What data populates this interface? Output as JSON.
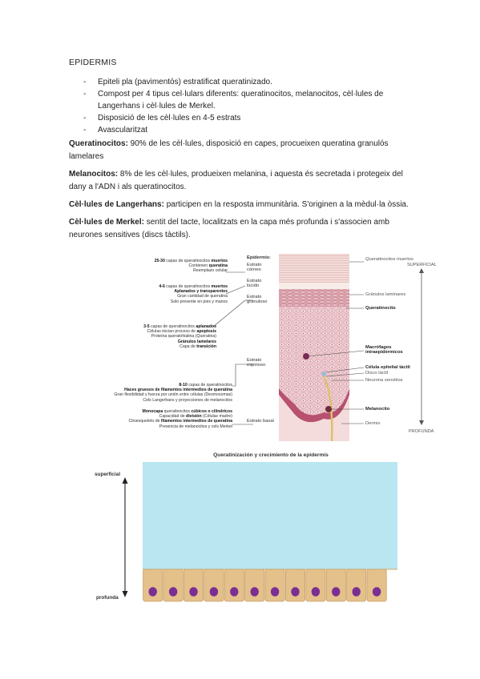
{
  "heading": "EPIDERMIS",
  "bullets": [
    "Epiteli pla (pavimentós) estratificat queratinizado.",
    "Compost per 4 tipus cel·lulars diferents: queratinocitos, melanocitos, cèl·lules de Langerhans i cèl·lules de Merkel.",
    "Disposició de les cèl·lules en 4-5 estrats",
    "Avascularitzat"
  ],
  "paragraphs": [
    {
      "term": "Queratinocitos:",
      "text": " 90% de les cèl·lules, disposició en capes, procueixen queratina granulós lamelares"
    },
    {
      "term": "Melanocitos:",
      "text": " 8% de les cèl·lules, produeixen melanina, i aquesta és secretada i protegeix del dany a l'ADN i als queratinocitos."
    },
    {
      "term": "Cèl·lules de Langerhans:",
      "text": " participen en la resposta immunitària. S'originen a la mèdul·la òssia."
    },
    {
      "term": "Cèl·lules de Merkel:",
      "text": " sentit del tacte, localitzats en la capa més profunda i s'associen amb neurones sensitives (discs tàctils)."
    }
  ],
  "figure1": {
    "left_notes": [
      {
        "l1_b": "25-30",
        "l1": " capas de queratinocitos ",
        "l1_b2": "muertos",
        "l2": "Contienen ",
        "l2_b": "queratina",
        "l3": "Reemplazo celular"
      },
      {
        "l1_b": "4-6",
        "l1": " capas de queratinocitos ",
        "l1_b2": "muertos",
        "l2_b": "Aplanados y transparentes",
        "l3": "Gran cantidad de queratina",
        "l4": "Solo presente en pies y manos"
      },
      {
        "l1_b": "3-5",
        "l1": " capas de queratinocitos ",
        "l1_b2": "aplanados",
        "l2": "Células inician proceso de ",
        "l2_b": "apoptosis",
        "l3": "Proteína queratohialina (Queratina)",
        "l4_b": "Gránulos lamelares",
        "l5": "Capa de ",
        "l5_b": "transición"
      },
      {
        "l1_b": "8-10",
        "l1": " capas de queratinocitos",
        "l2_b": "Haces gruesos de filamentos intermedios de queratina",
        "l3": "Gran flexibilidad y fuerza por unión entre células (Desmosomas)",
        "l4": "Cels Langerhans y proyecciones de melanocitos"
      },
      {
        "l1_b": "Monocapa",
        "l1": " queratinocitos ",
        "l1_b2": "cúbicos o cilíndricos",
        "l2": "Capacidad de ",
        "l2_b": "división",
        "l2_end": " (Células madre)",
        "l3": "Citoesqueleto de ",
        "l3_b": "filamentos intermedios de queratina",
        "l4": "Presencia de melanocitos y cels Merkel"
      }
    ],
    "strata": [
      "Epidermis:",
      "Estrato córneo",
      "Estrato lúcido",
      "Estrato granuloso",
      "Estrato espinoso",
      "Estrato basal"
    ],
    "right_labels": [
      {
        "text": "Queratinocitos muertos",
        "bold": false
      },
      {
        "text": "Gránulos laminares",
        "bold": false
      },
      {
        "text": "Queratinocito",
        "bold": true
      },
      {
        "text": "Macrófagos intraepidérmicos",
        "bold": true
      },
      {
        "text": "Célula epitelial táctil",
        "bold": true
      },
      {
        "text": "Disco táctil",
        "bold": false
      },
      {
        "text": "Neurona sensitiva",
        "bold": false
      },
      {
        "text": "Melanocito",
        "bold": true
      },
      {
        "text": "Dermis",
        "bold": false
      }
    ],
    "axis_top": "SUPERFICIAL",
    "axis_bottom": "PROFUNDA"
  },
  "figure2": {
    "title": "Queratinización y crecimiento de la epidermis",
    "top_label": "superficial",
    "bottom_label": "profunda"
  },
  "colors": {
    "dermis_pink": "#e9a9b2",
    "corneum": "#f3dcd8",
    "cell_magenta": "#b83d7a",
    "sky": "#b9e6f1",
    "cell_tan": "#e4c08a",
    "nucleus": "#7a2f93"
  }
}
